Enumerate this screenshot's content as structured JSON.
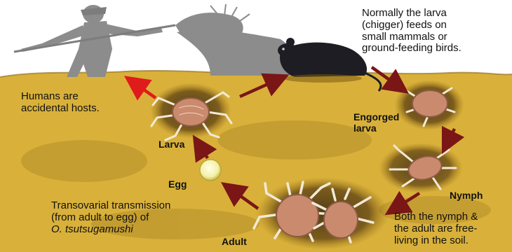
{
  "labels": {
    "host_note": "Normally the larva\n(chigger) feeds on\nsmall mammals or\nground-feeding birds.",
    "humans_note": "Humans are\naccidental hosts.",
    "engorged_larva": "Engorged\nlarva",
    "larva": "Larva",
    "egg": "Egg",
    "nymph": "Nymph",
    "adult": "Adult",
    "transovarial_1": "Transovarial transmission",
    "transovarial_2": "(from adult to egg) of",
    "transovarial_species": "O. tsutsugamushi",
    "free_living_note": "Both the nymph &\nthe adult are free-\nliving in the soil."
  },
  "colors": {
    "soil": "#d9b13a",
    "soil_dark": "#a0781e",
    "sky": "#ffffff",
    "shadow": "#8c8c8c",
    "arrow": "#7a1616",
    "arrow_red": "#e01b1b",
    "mite_body": "#c98a6e",
    "mite_legs": "#f2ead8",
    "egg": "#f4f0a8"
  }
}
